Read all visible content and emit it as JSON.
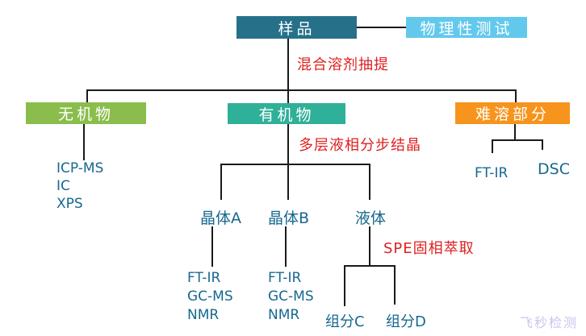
{
  "colors": {
    "root_bg": "#26708A",
    "physical_bg": "#62C9EC",
    "inorganic_bg": "#8ABD4C",
    "organic_bg": "#2FB098",
    "insoluble_bg": "#F7941D",
    "annotation_red": "#DF2020",
    "label_blue": "#17688F",
    "line": "#1A1A1A",
    "watermark": "#CBC3EE"
  },
  "nodes": {
    "root": "样品",
    "physical_test": "物理性测试",
    "inorganic": "无机物",
    "organic": "有机物",
    "insoluble": "难溶部分",
    "crystal_a": "晶体A",
    "crystal_b": "晶体B",
    "liquid": "液体",
    "fraction_c": "组分C",
    "fraction_d": "组分D"
  },
  "annotations": {
    "extraction": "混合溶剂抽提",
    "crystallization": "多层液相分步结晶",
    "spe": "SPE固相萃取"
  },
  "methods": {
    "inorganic": [
      "ICP-MS",
      "IC",
      "XPS"
    ],
    "crystal_a": [
      "FT-IR",
      "GC-MS",
      "NMR"
    ],
    "crystal_b": [
      "FT-IR",
      "GC-MS",
      "NMR"
    ],
    "insoluble_ftir": "FT-IR",
    "insoluble_dsc": "DSC"
  },
  "page": {
    "watermark": "飞秒检测"
  }
}
